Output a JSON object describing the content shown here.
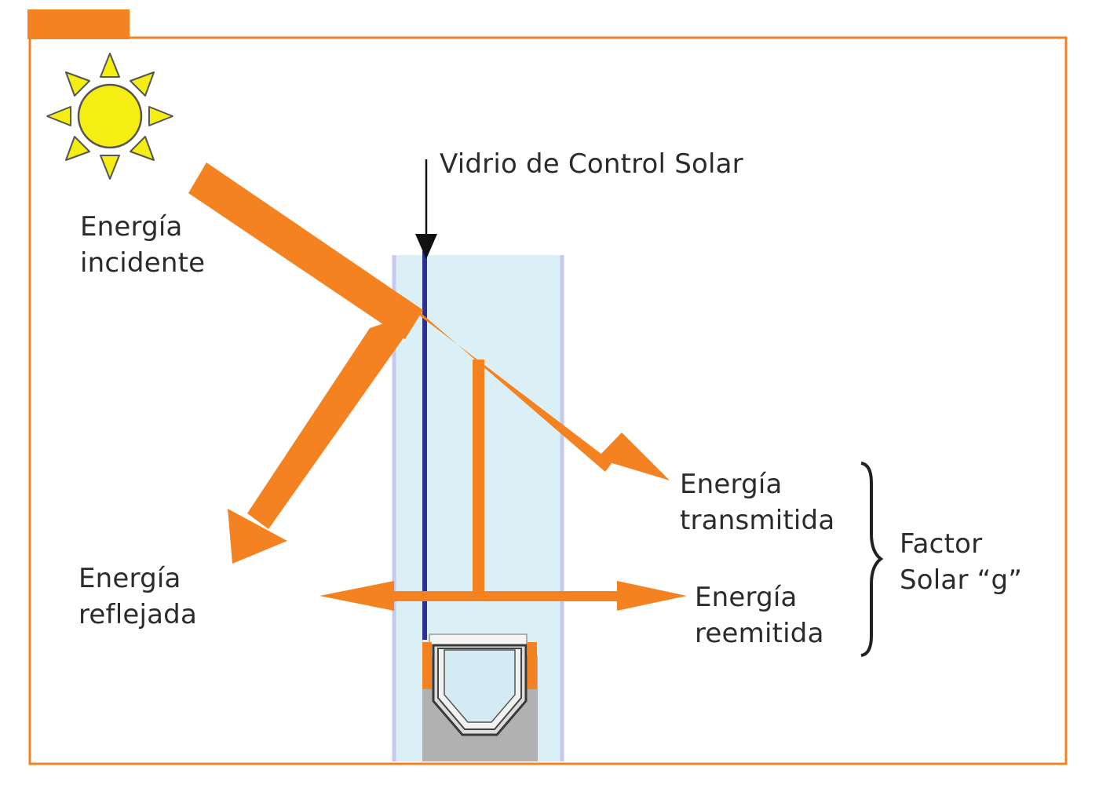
{
  "colors": {
    "accent": "#f58220",
    "sun_fill": "#f5ee12",
    "sun_stroke": "#555555",
    "glass_tint": "#dbeff7",
    "glass_edge": "#c6c8ef",
    "coating_line": "#2e2f8c",
    "spacer_gray": "#b1b1b1"
  },
  "icons": [
    "sun-icon"
  ],
  "labels": {
    "glass_title": "Vidrio de Control Solar",
    "incident": [
      "Energía",
      "incidente"
    ],
    "reflected": [
      "Energía",
      "reflejada"
    ],
    "transmitted": [
      "Energía",
      "transmitida"
    ],
    "reemitted": [
      "Energía",
      "reemitida"
    ],
    "solar_factor_line1": "Factor",
    "solar_factor_line2": "Solar “g”"
  }
}
